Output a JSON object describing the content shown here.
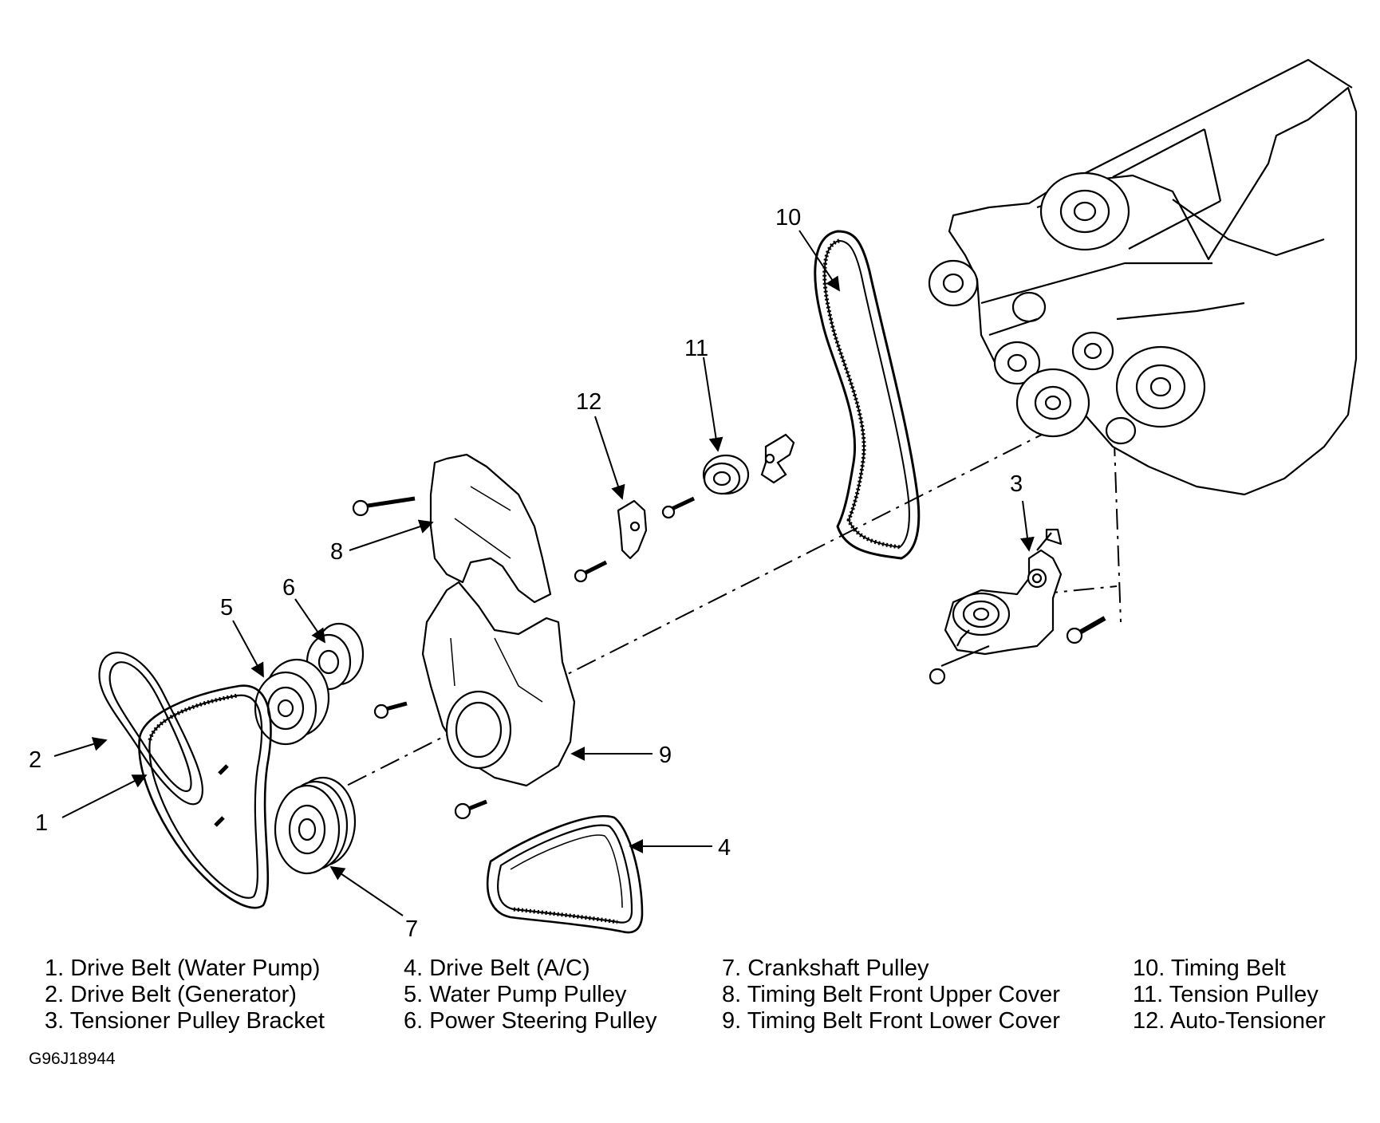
{
  "callouts": {
    "c1": "1",
    "c2": "2",
    "c3": "3",
    "c4": "4",
    "c5": "5",
    "c6": "6",
    "c7": "7",
    "c8": "8",
    "c9": "9",
    "c10": "10",
    "c11": "11",
    "c12": "12"
  },
  "legend": {
    "col1": [
      "1. Drive Belt (Water Pump)",
      "2. Drive Belt (Generator)",
      "3. Tensioner Pulley Bracket"
    ],
    "col2": [
      "4. Drive Belt (A/C)",
      "5. Water Pump Pulley",
      "6. Power Steering Pulley"
    ],
    "col3": [
      "7. Crankshaft Pulley",
      "8. Timing Belt Front Upper Cover",
      "9. Timing Belt Front Lower Cover"
    ],
    "col4": [
      "10. Timing Belt",
      "11. Tension Pulley",
      "12. Auto-Tensioner"
    ]
  },
  "figure_code": "G96J18944"
}
